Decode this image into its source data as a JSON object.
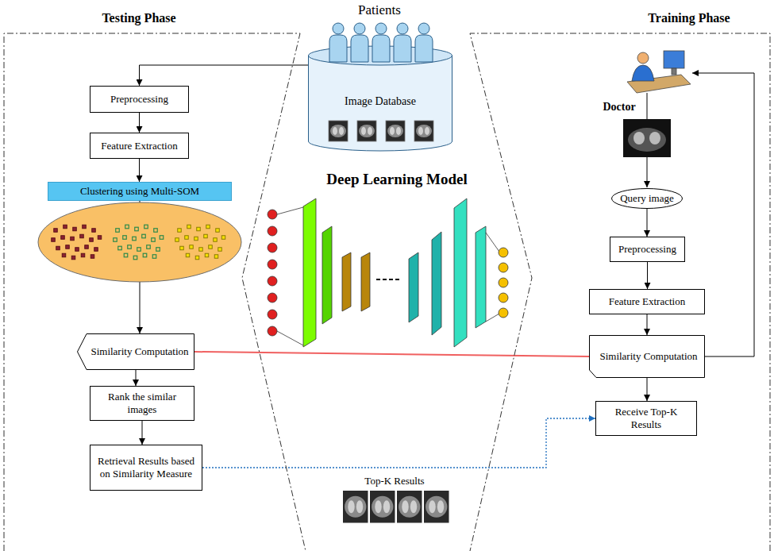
{
  "diagram": {
    "nodes": [
      {
        "text": [
          "Image Database"
        ]
      },
      {
        "text": [
          "Preprocessing"
        ]
      },
      {
        "text": [
          "Feature Extraction"
        ]
      },
      {
        "text": [
          "Clustering using Multi-SOM"
        ]
      },
      {
        "text": [
          "Similarity Computation"
        ]
      },
      {
        "text": [
          "Rank the similar images"
        ]
      },
      {
        "text": [
          "Retrieval Results based on Similarity Measure"
        ]
      },
      {
        "text": [
          "Query image"
        ]
      },
      {
        "text": [
          "Preprocessing"
        ]
      },
      {
        "text": [
          "Feature Extraction"
        ]
      },
      {
        "text": [
          "Similarity Computation"
        ]
      },
      {
        "text": [
          "Receive Top-K Results"
        ]
      }
    ],
    "edges": [
      {
        "from": 0,
        "to": 1,
        "arrow": "to"
      },
      {
        "from": 1,
        "to": 2,
        "arrow": "to"
      },
      {
        "from": 2,
        "to": 3,
        "arrow": "to"
      },
      {
        "from": 3,
        "to": 4,
        "arrow": "to"
      },
      {
        "from": 4,
        "to": 5,
        "arrow": "to"
      },
      {
        "from": 5,
        "to": 6,
        "arrow": "to"
      },
      {
        "from": 6,
        "to": 11,
        "arrow": "to"
      },
      {
        "from": 4,
        "to": 10,
        "arrow": "none"
      },
      {
        "from": 7,
        "to": 8,
        "arrow": "to"
      },
      {
        "from": 8,
        "to": 9,
        "arrow": "to"
      },
      {
        "from": 9,
        "to": 10,
        "arrow": "to"
      },
      {
        "from": 10,
        "to": 11,
        "arrow": "to"
      }
    ],
    "labels": [
      "Testing Phase",
      "Patients",
      "Training Phase",
      "Deep Learning Model",
      "Doctor",
      "Top-K Results"
    ]
  }
}
